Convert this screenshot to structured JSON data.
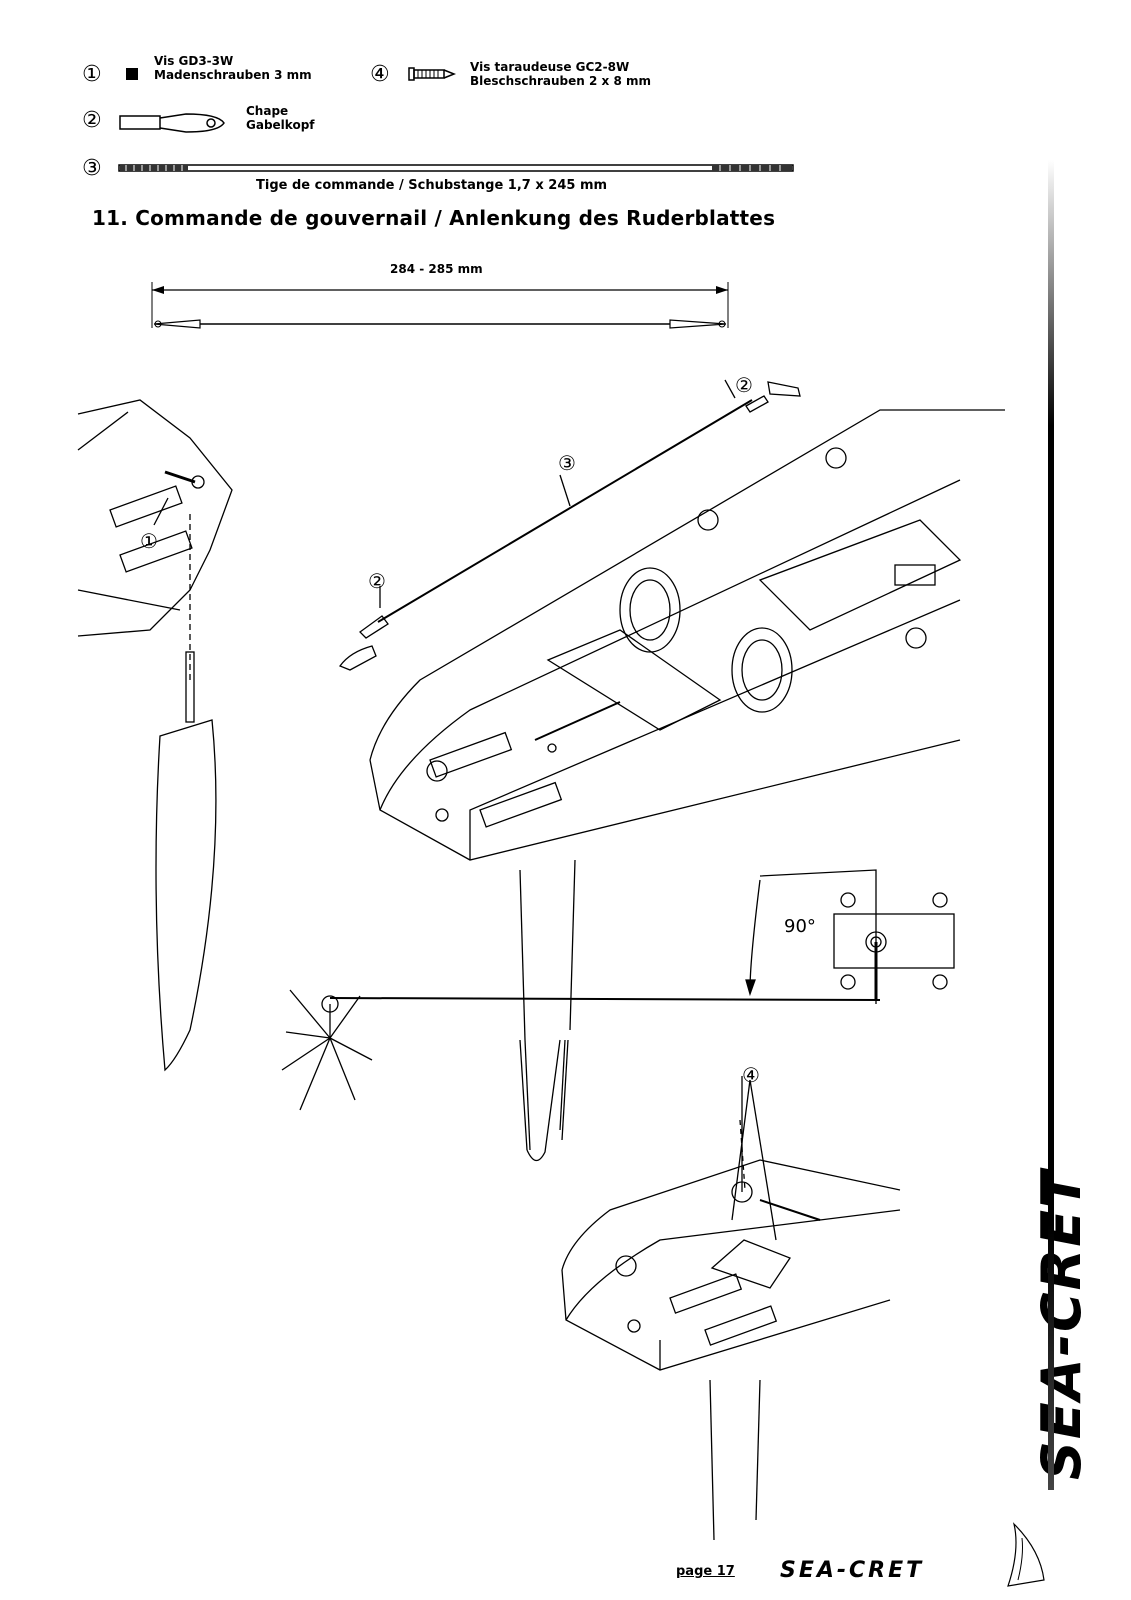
{
  "parts": [
    {
      "number": "①",
      "line1": "Vis GD3-3W",
      "line2": "Madenschrauben 3 mm",
      "icon": "set-screw-icon"
    },
    {
      "number": "④",
      "line1": "Vis taraudeuse GC2-8W",
      "line2": "Bleschschrauben 2 x 8 mm",
      "icon": "self-tapping-screw-icon"
    },
    {
      "number": "②",
      "line1": "Chape",
      "line2": "Gabelkopf",
      "icon": "clevis-icon"
    },
    {
      "number": "③",
      "caption": "Tige de commande / Schubstange 1,7 x 245 mm",
      "icon": "pushrod-icon"
    }
  ],
  "section_title": "11. Commande de gouvernail / Anlenkung des Ruderblattes",
  "dimension": "284 - 285 mm",
  "angle": "90°",
  "callouts": [
    "②",
    "③",
    "②",
    "①",
    "④"
  ],
  "footer": {
    "page": "page 17",
    "brand": "SEA-CRET"
  },
  "side_brand": "SEA-CRET"
}
